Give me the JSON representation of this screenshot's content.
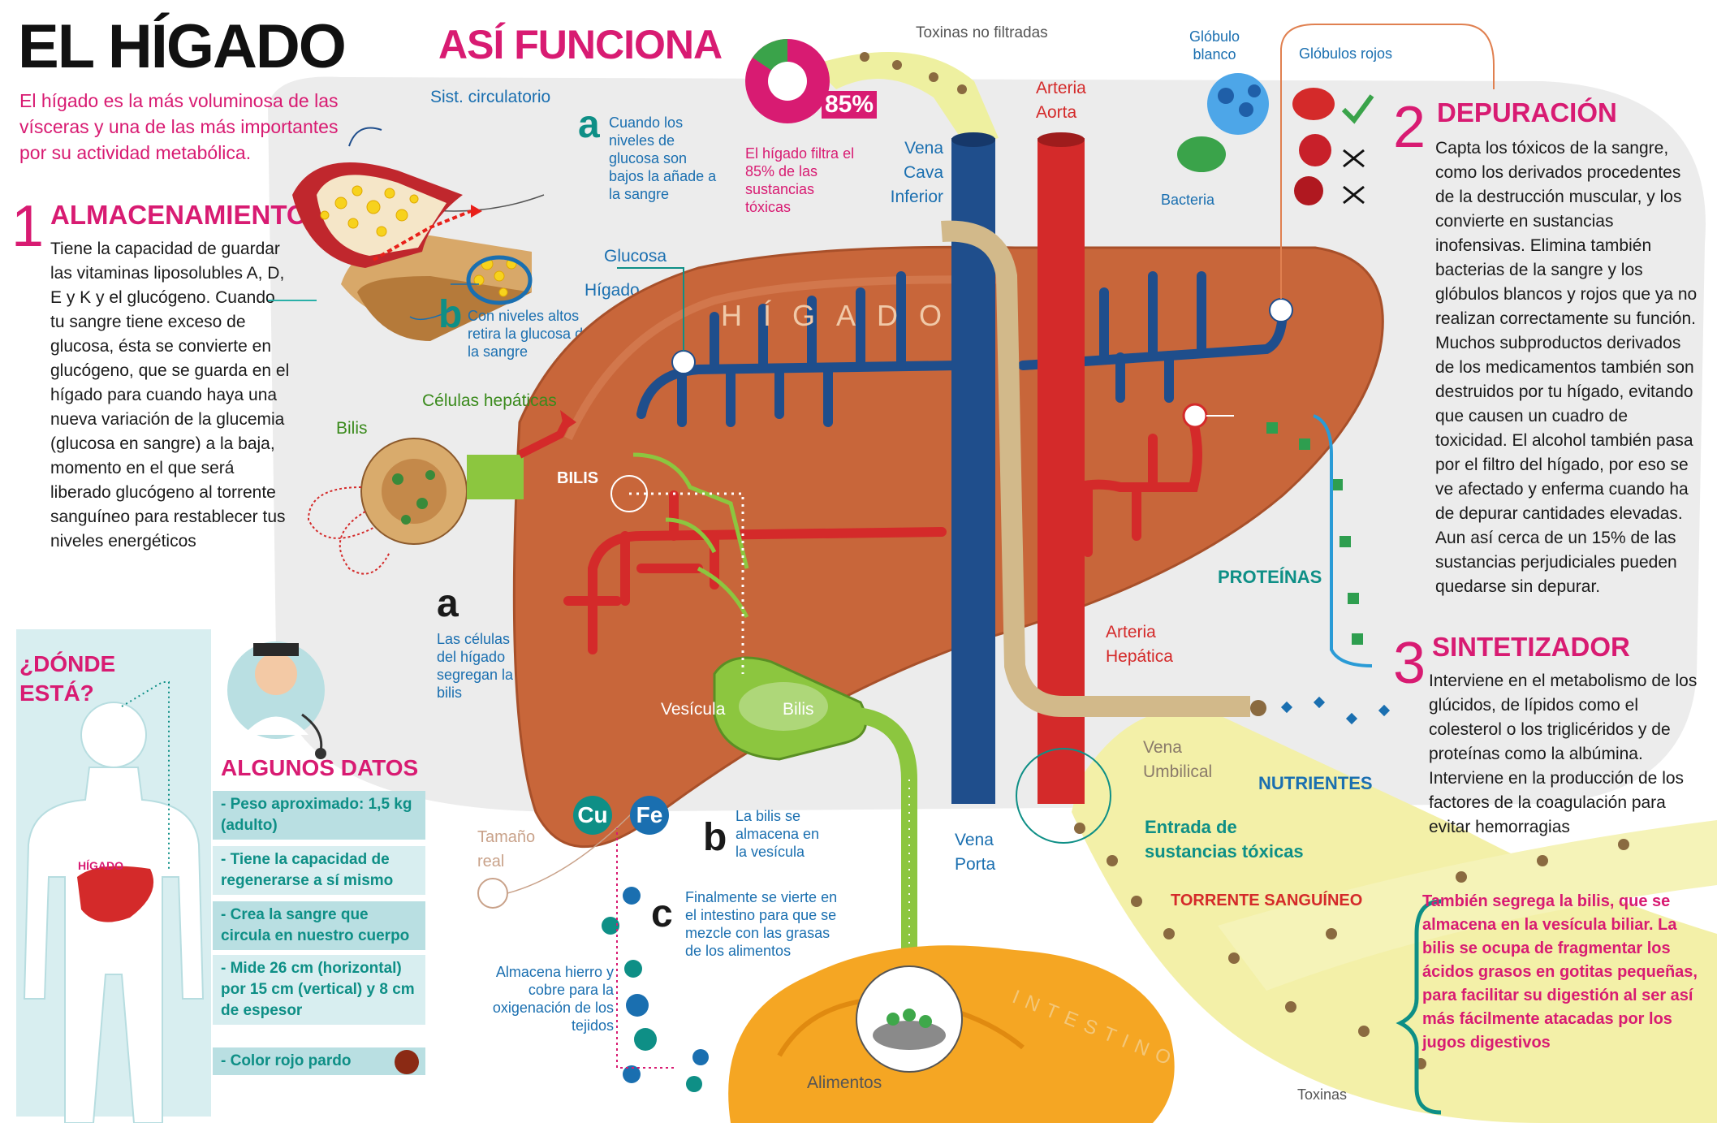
{
  "title": "EL HÍGADO",
  "intro": "El hígado es la más voluminosa de las vísceras y una de las más importantes por su actividad metabólica.",
  "how_it_works": "ASÍ FUNCIONA",
  "liver_label": "HÍGADO",
  "sections": [
    {
      "number": "1",
      "heading": "ALMACENAMIENTO",
      "text": "Tiene la capacidad de guardar las vitaminas liposolubles A, D, E y K y el glucógeno. Cuando tu sangre tiene exceso de glucosa, ésta se convierte en glucógeno, que se guarda en el hígado para cuando haya una nueva variación de la glucemia (glucosa en sangre) a la baja, momento en el que será liberado glucógeno al torrente sanguíneo para restablecer tus niveles energéticos"
    },
    {
      "number": "2",
      "heading": "DEPURACIÓN",
      "text": "Capta los tóxicos de la sangre, como los derivados procedentes de la destrucción muscular, y los convierte en sustancias inofensivas. Elimina también bacterias de la sangre y los glóbulos blancos y rojos que ya no realizan correctamente su función. Muchos subproductos derivados de los medicamentos también son destruidos por tu hígado, evitando que causen un cuadro de toxicidad. El alcohol también pasa por el filtro del hígado, por eso se ve afectado y enferma cuando ha de depurar cantidades elevadas. Aun así cerca de un 15% de las sustancias perjudiciales pueden quedarse sin depurar."
    },
    {
      "number": "3",
      "heading": "SINTETIZADOR",
      "text": "Interviene en el metabolismo de los glúcidos, de lípidos como el colesterol o los triglicéridos y de proteínas como la albúmina. Interviene en la producción de los factores de la coagulación para evitar hemorragias"
    }
  ],
  "where": {
    "heading": "¿DÓNDE ESTÁ?",
    "organ_label": "HÍGADO"
  },
  "facts": {
    "heading": "ALGUNOS DATOS",
    "items": [
      "- Peso aproximado: 1,5 kg (adulto)",
      "- Tiene la capacidad de regenerarse a sí mismo",
      "- Crea la sangre que circula en nuestro cuerpo",
      "- Mide 26 cm (horizontal) por 15 cm (vertical) y 8 cm de espesor",
      "- Color rojo pardo"
    ],
    "swatch_color": "#8b2a14"
  },
  "glucose": {
    "circulatory_label": "Sist. circulatorio",
    "a_letter": "a",
    "a_text": "Cuando los niveles de glucosa son bajos la añade a la sangre",
    "glucose_label": "Glucosa",
    "liver_label": "Hígado",
    "b_letter": "b",
    "b_text": "Con niveles altos retira la glucosa de la sangre"
  },
  "cells": {
    "bilis_label": "Bilis",
    "cells_label": "Células hepáticas",
    "a_letter": "a",
    "a_text": "Las células del hígado segregan la bilis"
  },
  "toxins_top": "Toxinas no filtradas",
  "filter": {
    "percent": 85,
    "percent_label": "85%",
    "text": "El hígado filtra el 85% de las sustancias tóxicas"
  },
  "vessels": {
    "vena_cava": "Vena Cava Inferior",
    "arteria_aorta": "Arteria Aorta",
    "arteria_hepatica": "Arteria Hepática",
    "vena_umbilical": "Vena Umbilical",
    "vena_porta": "Vena Porta"
  },
  "blood_cells": {
    "white": "Glóbulo blanco",
    "red": "Glóbulos rojos",
    "bacteria": "Bacteria"
  },
  "bilis_flow": "BILIS",
  "gallbladder": {
    "vesicula": "Vesícula",
    "bilis": "Bilis",
    "b_letter": "b",
    "b_text": "La bilis se almacena en la vesícula"
  },
  "c_step": {
    "letter": "c",
    "text": "Finalmente se vierte en el intestino para que se mezcle con las grasas de los alimentos"
  },
  "minerals": {
    "cu": "Cu",
    "fe": "Fe",
    "text": "Almacena hierro y cobre para la oxigenación de los tejidos"
  },
  "real_size": "Tamaño real",
  "intestine": "INTESTINO",
  "food": "Alimentos",
  "proteins": "PROTEÍNAS",
  "nutrients": "NUTRIENTES",
  "toxic_entry": "Entrada de sustancias tóxicas",
  "bloodstream": "TORRENTE SANGUÍNEO",
  "bottom_toxins": "Toxinas",
  "bile_note": "También segrega la bilis, que se almacena en la vesícula biliar. La bilis se ocupa de fragmentar los ácidos grasos en gotitas pequeñas, para facilitar su digestión al ser así más fácilmente atacadas por los jugos digestivos",
  "colors": {
    "magenta": "#d81b72",
    "teal": "#0e8f86",
    "blue": "#1a6fb0",
    "liver": "#c8663a",
    "vein": "#1f4e8c",
    "artery": "#d42a2a",
    "bile": "#8cc63f"
  }
}
